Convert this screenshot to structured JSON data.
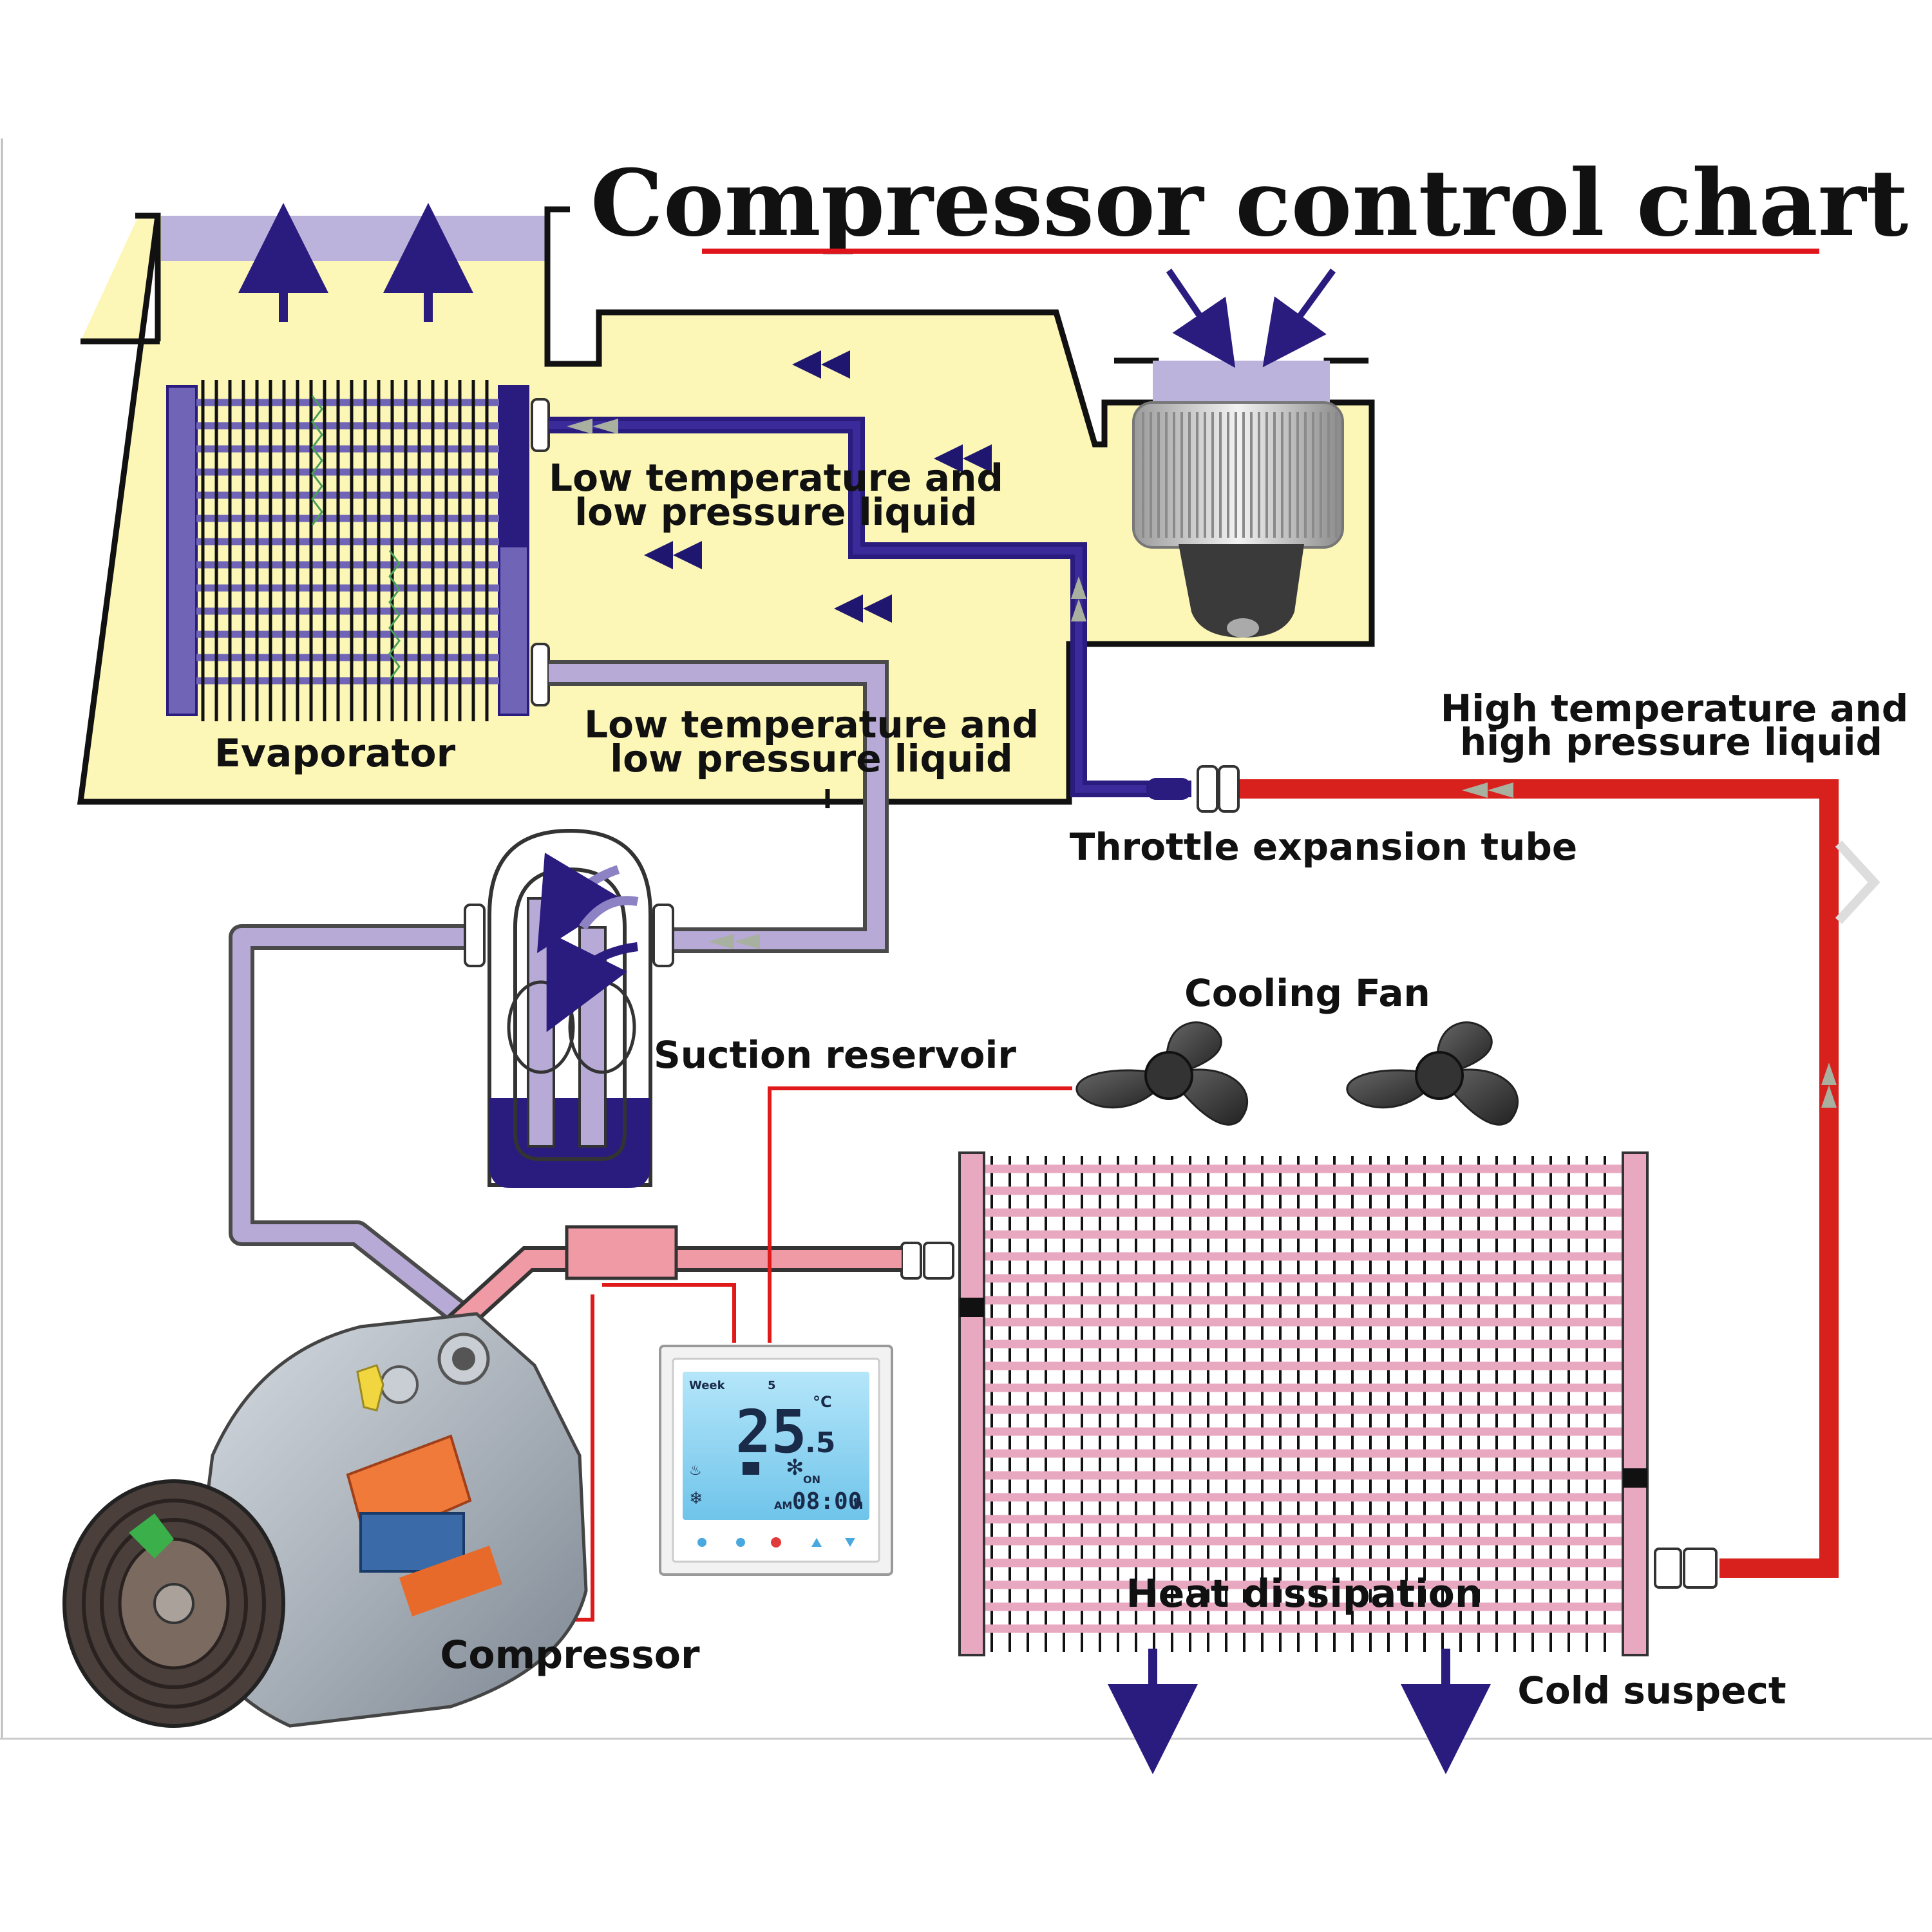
{
  "title": "Compressor control chart",
  "labels": {
    "evaporator": "Evaporator",
    "low_temp_liquid_top": [
      "Low temperature and",
      "low pressure liquid"
    ],
    "low_temp_liquid_bottom": [
      "Low temperature and",
      "low pressure liquid"
    ],
    "high_temp_liquid": [
      "High temperature and",
      "high pressure liquid"
    ],
    "throttle_tube": "Throttle expansion tube",
    "cooling_fan": "Cooling Fan",
    "suction_reservoir": "Suction reservoir",
    "compressor": "Compressor",
    "heat_dissipation": "Heat dissipation",
    "cold_suspect": "Cold suspect"
  },
  "thermostat": {
    "mode": "Week",
    "day": "5",
    "temperature": "25",
    "decimal": ".5",
    "unit": "°C",
    "on_label": "ON",
    "am_label": "AM",
    "time": "08:00",
    "time_unit": "h"
  },
  "colors": {
    "title_underline": "#e0141b",
    "evaporator_box": "#fcf7b7",
    "low_pressure_line": "#2a1b7e",
    "suction_line": "#b8aad6",
    "high_pressure_line": "#d8201c",
    "condenser": "#e8a8c0",
    "wiring": "#e01a1a",
    "thermostat_screen": "#8fd3f0"
  }
}
